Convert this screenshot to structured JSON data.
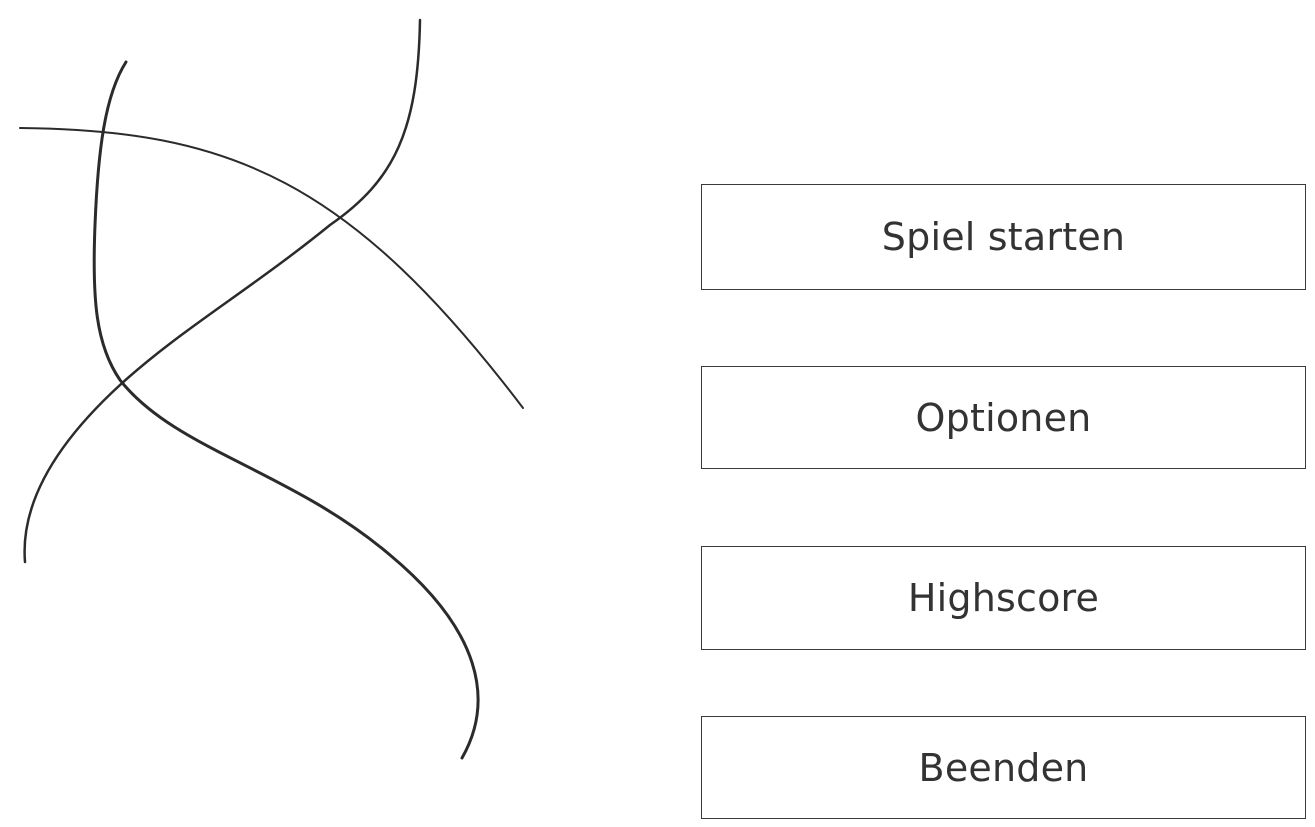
{
  "menu": {
    "start_label": "Spiel starten",
    "options_label": "Optionen",
    "highscore_label": "Highscore",
    "quit_label": "Beenden"
  },
  "colors": {
    "line": "#2b2b2b",
    "border": "#3a3a3a",
    "text": "#333333",
    "background": "#ffffff"
  }
}
